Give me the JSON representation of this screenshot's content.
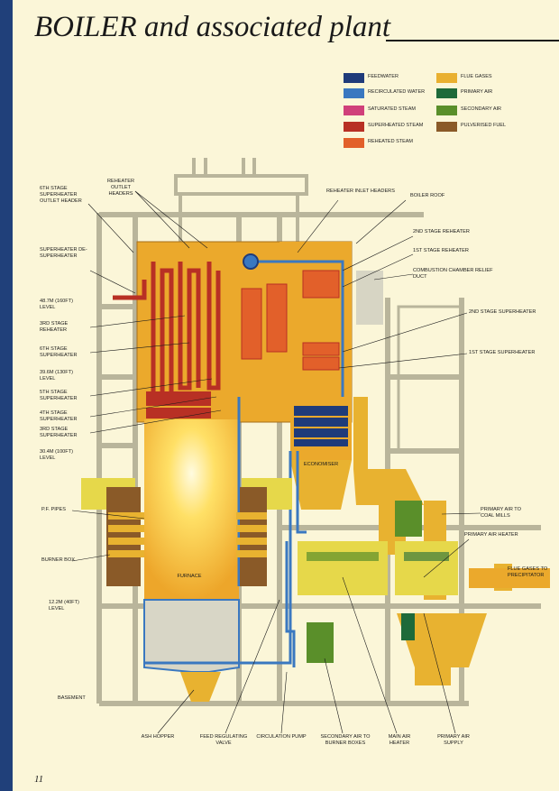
{
  "title": "BOILER and associated plant",
  "page_number": "11",
  "legend": [
    {
      "label": "FEEDWATER",
      "color": "#1f3b7a"
    },
    {
      "label": "RECIRCULATED WATER",
      "color": "#3a78c0"
    },
    {
      "label": "SATURATED STEAM",
      "color": "#d0407a"
    },
    {
      "label": "SUPERHEATED STEAM",
      "color": "#b83024"
    },
    {
      "label": "REHEATED STEAM",
      "color": "#e2602a"
    },
    {
      "label": "FLUE GASES",
      "color": "#e9b030"
    },
    {
      "label": "PRIMARY AIR",
      "color": "#1e6a3a"
    },
    {
      "label": "SECONDARY AIR",
      "color": "#5a8f2a"
    },
    {
      "label": "PULVERISED FUEL",
      "color": "#8a5a28"
    }
  ],
  "labels": {
    "stage6_superheater_outlet_header": "6th STAGE SUPERHEATER OUTLET HEADER",
    "reheater_outlet_headers": "REHEATER OUTLET HEADERS",
    "reheater_inlet_headers": "REHEATER INLET HEADERS",
    "boiler_roof": "BOILER ROOF",
    "stage2_reheater": "2nd STAGE REHEATER",
    "stage1_reheater": "1st STAGE REHEATER",
    "combustion_chamber_relief_duct": "COMBUSTION CHAMBER RELIEF DUCT",
    "superheater_desuperheater": "SUPERHEATER DE-SUPERHEATER",
    "level_48_7": "48.7m (160ft) LEVEL",
    "stage3_reheater": "3rd STAGE REHEATER",
    "stage6_superheater": "6th STAGE SUPERHEATER",
    "level_39_6": "39.6m (130ft) LEVEL",
    "stage5_superheater": "5th STAGE SUPERHEATER",
    "stage4_superheater": "4th STAGE SUPERHEATER",
    "stage3_superheater": "3rd STAGE SUPERHEATER",
    "level_30_4": "30.4m (100ft) LEVEL",
    "stage2_superheater": "2nd STAGE SUPERHEATER",
    "stage1_superheater": "1st STAGE SUPERHEATER",
    "economiser": "ECONOMISER",
    "pf_pipes": "P.F. PIPES",
    "primary_air_to_coal_mills": "PRIMARY AIR TO COAL MILLS",
    "primary_air_heater": "PRIMARY AIR HEATER",
    "burner_box": "BURNER BOX",
    "furnace": "FURNACE",
    "flue_gases_to_precipitator": "FLUE GASES TO PRECIPITATOR",
    "level_12_2": "12.2m (40ft) LEVEL",
    "basement": "BASEMENT",
    "ash_hopper": "ASH HOPPER",
    "feed_regulating_valve": "FEED REGULATING VALVE",
    "circulation_pump": "CIRCULATION PUMP",
    "secondary_air_to_burner_boxes": "SECONDARY AIR TO BURNER BOXES",
    "main_air_heater": "MAIN AIR HEATER",
    "primary_air_supply": "PRIMARY AIR SUPPLY"
  }
}
